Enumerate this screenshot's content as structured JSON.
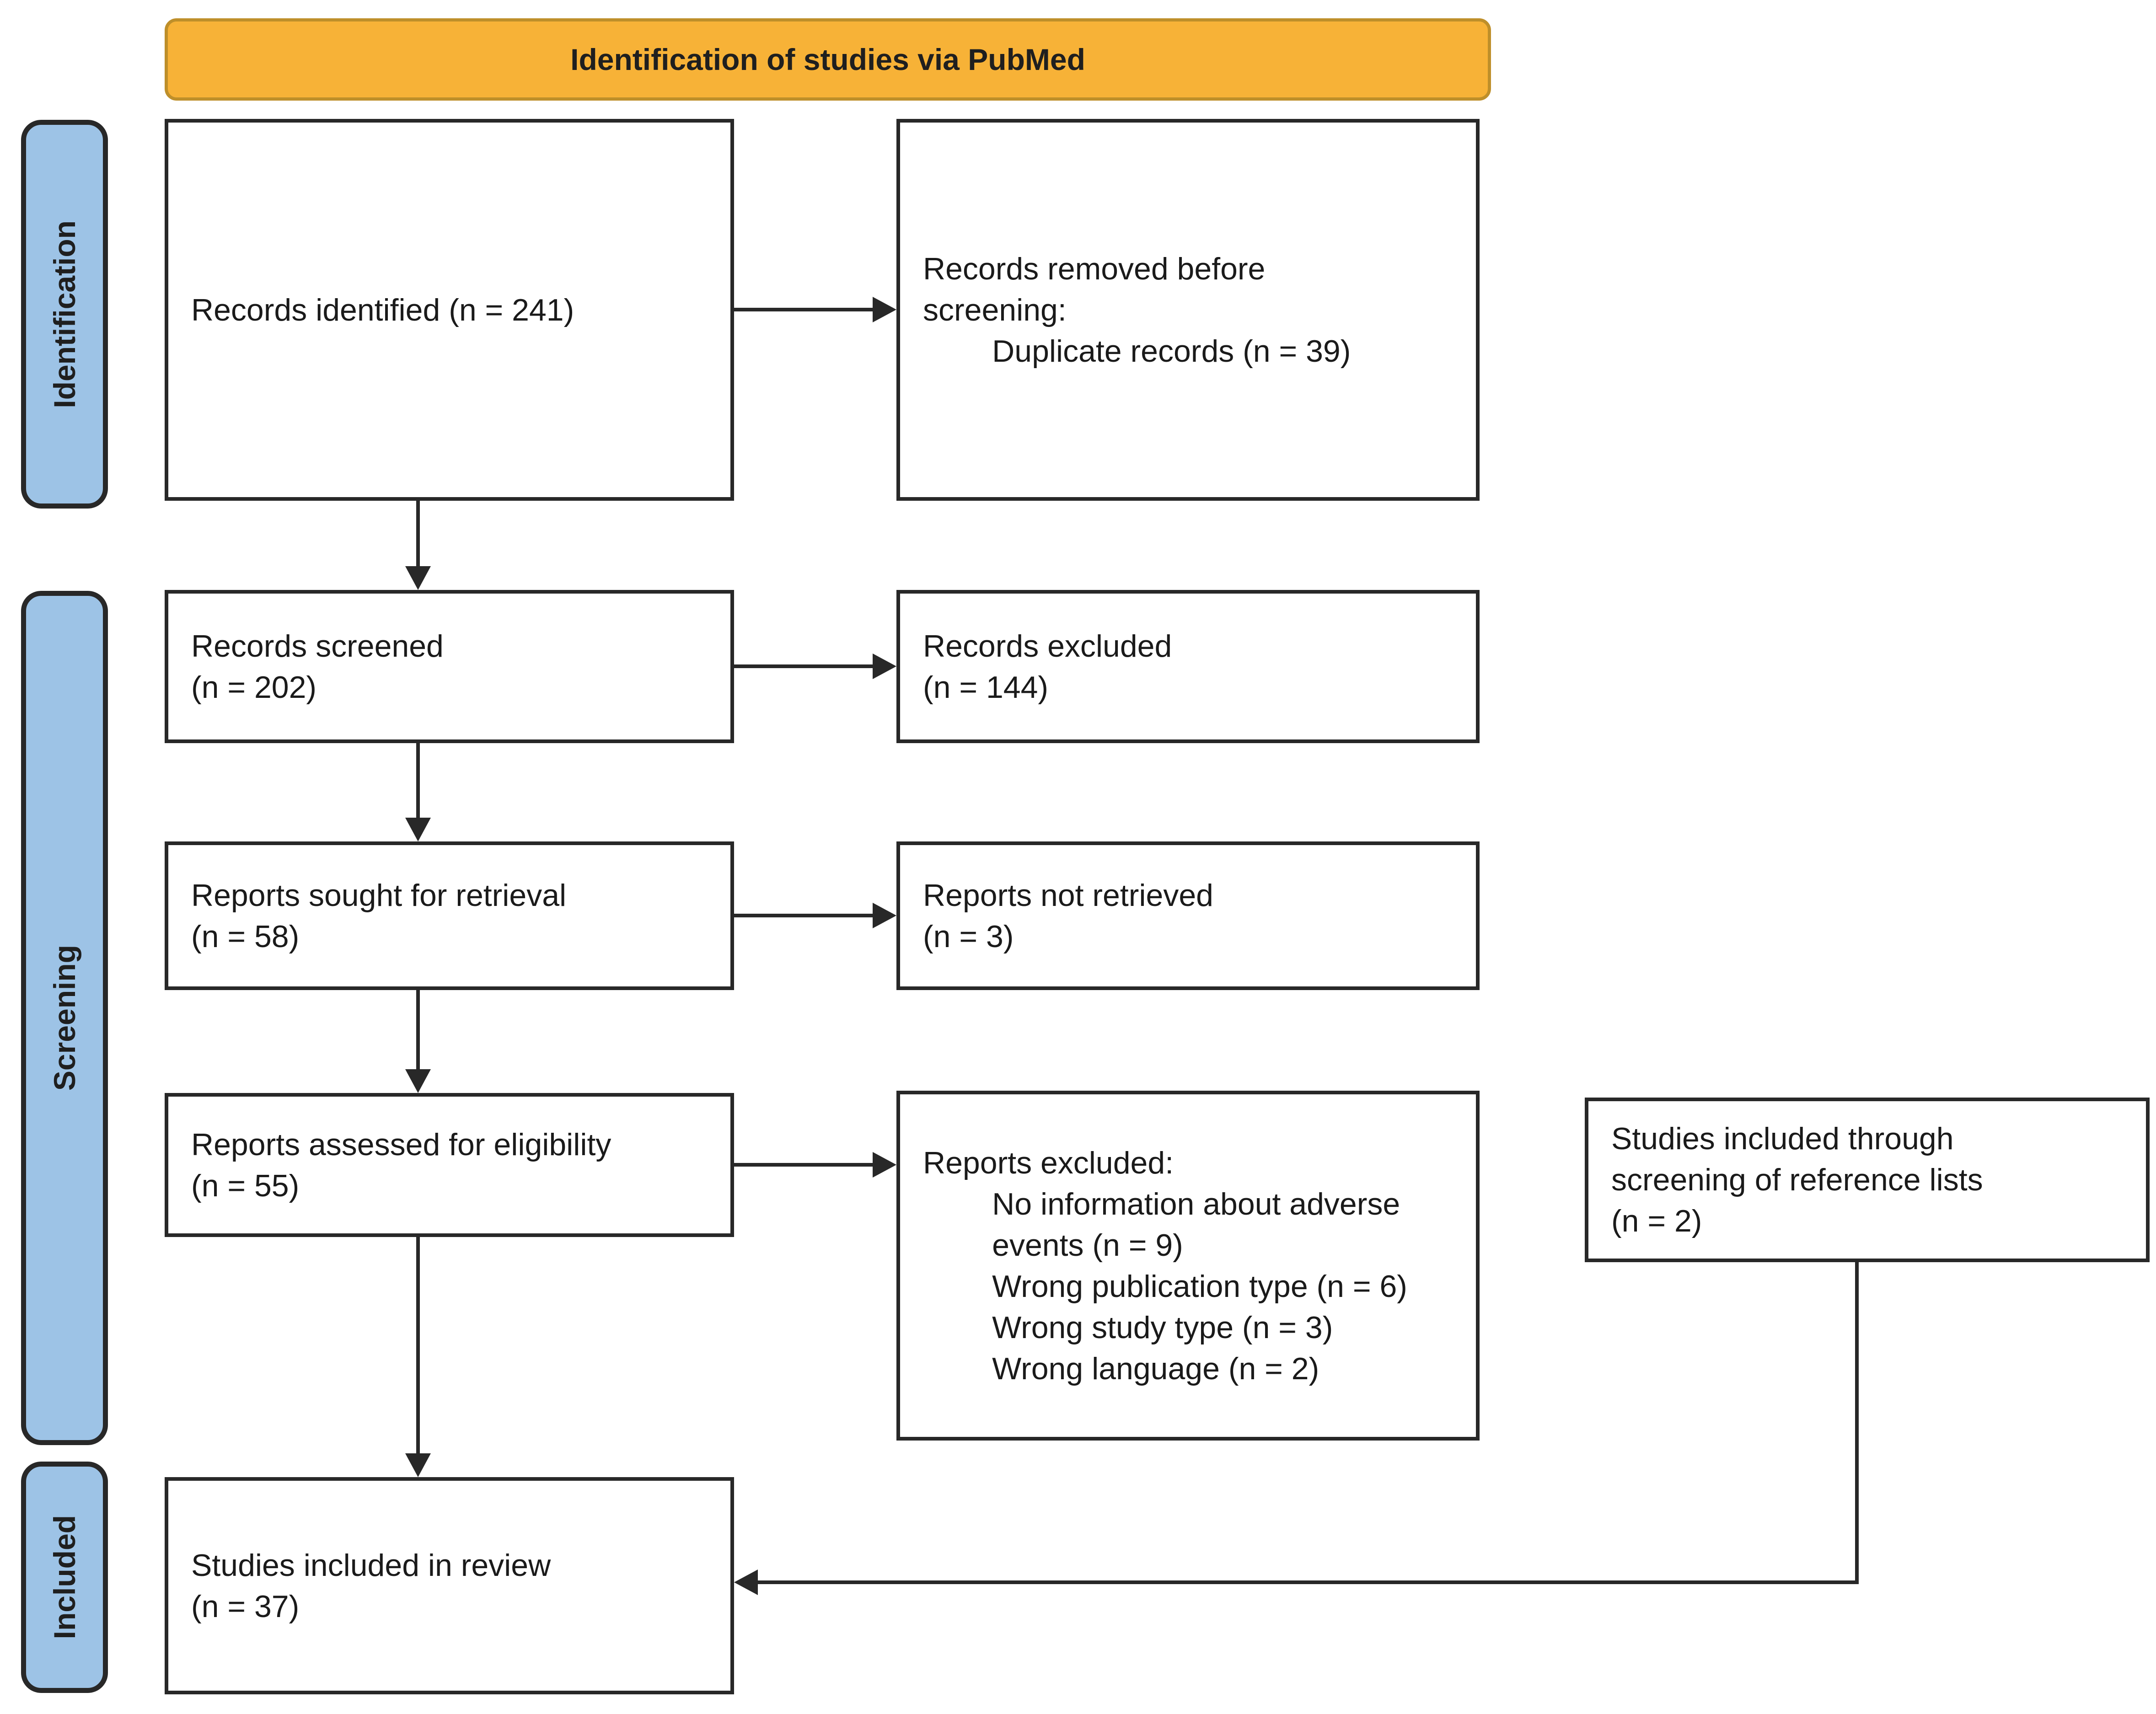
{
  "title": "Identification of studies via PubMed",
  "stage_labels": {
    "identification": "Identification",
    "screening": "Screening",
    "included": "Included"
  },
  "boxes": {
    "records_identified": "Records identified (n = 241)",
    "records_removed": "Records removed before\nscreening:\n        Duplicate records (n = 39)",
    "records_screened": "Records screened\n(n = 202)",
    "records_excluded": "Records excluded\n(n = 144)",
    "reports_sought": "Reports sought for retrieval\n(n = 58)",
    "reports_not_retrieved": "Reports not retrieved\n(n = 3)",
    "reports_assessed": "Reports assessed for eligibility\n(n = 55)",
    "reports_excluded": "Reports excluded:\n        No information about adverse\n        events (n = 9)\n        Wrong publication type (n = 6)\n        Wrong study type (n = 3)\n        Wrong language (n = 2)",
    "studies_included_refs": "Studies included through\nscreening of reference lists\n(n = 2)",
    "studies_included": "Studies included in review\n(n = 37)"
  },
  "counts": {
    "records_identified": 241,
    "duplicate_records_removed": 39,
    "records_screened": 202,
    "records_excluded": 144,
    "reports_sought_for_retrieval": 58,
    "reports_not_retrieved": 3,
    "reports_assessed_for_eligibility": 55,
    "excluded_no_adverse_event_info": 9,
    "excluded_wrong_publication_type": 6,
    "excluded_wrong_study_type": 3,
    "excluded_wrong_language": 2,
    "included_via_reference_lists": 2,
    "studies_included_in_review": 37
  },
  "colors": {
    "title_fill": "#F7B237",
    "title_border": "#BE8F2A",
    "stage_fill": "#9DC3E6",
    "stage_border": "#282828",
    "box_border": "#282828",
    "arrow": "#282828",
    "text": "#1A1A1A"
  }
}
